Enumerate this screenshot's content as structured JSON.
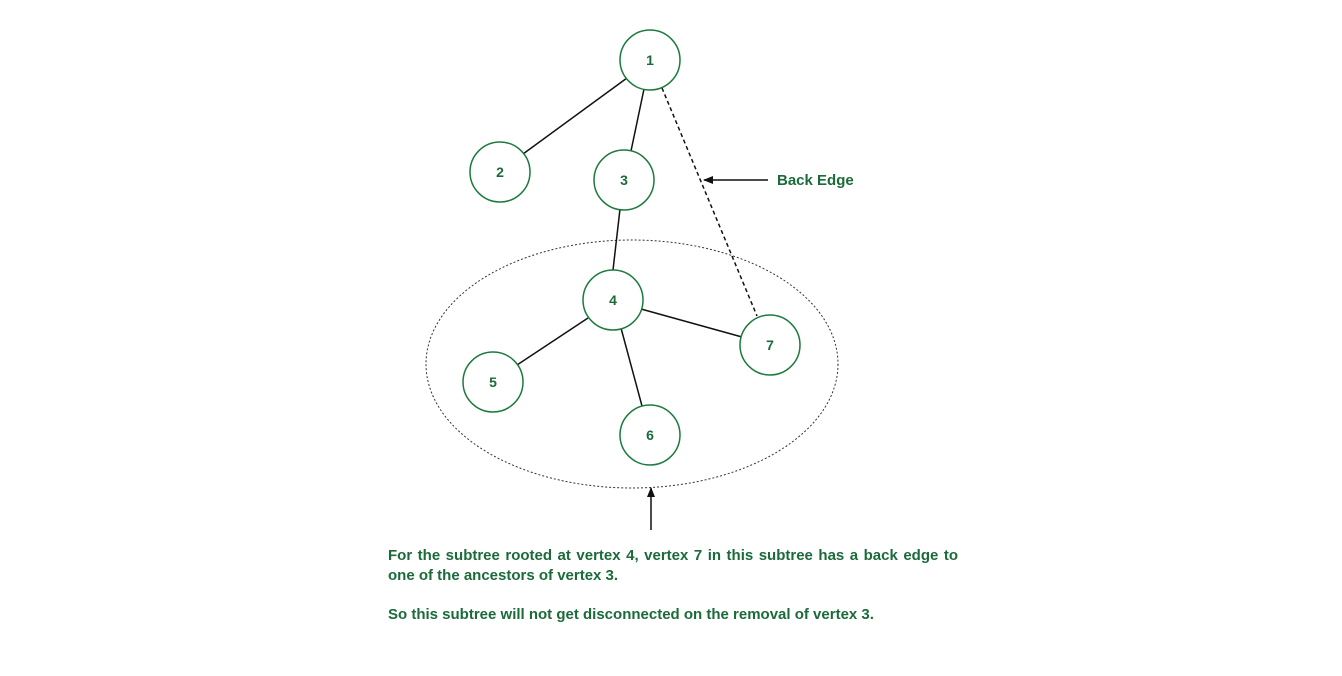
{
  "diagram": {
    "nodes": [
      {
        "id": "1",
        "label": "1"
      },
      {
        "id": "2",
        "label": "2"
      },
      {
        "id": "3",
        "label": "3"
      },
      {
        "id": "4",
        "label": "4"
      },
      {
        "id": "5",
        "label": "5"
      },
      {
        "id": "6",
        "label": "6"
      },
      {
        "id": "7",
        "label": "7"
      }
    ],
    "tree_edges": [
      [
        "1",
        "2"
      ],
      [
        "1",
        "3"
      ],
      [
        "3",
        "4"
      ],
      [
        "4",
        "5"
      ],
      [
        "4",
        "6"
      ],
      [
        "4",
        "7"
      ]
    ],
    "back_edges": [
      [
        "7",
        "1"
      ]
    ],
    "highlighted_subtree_root": "4",
    "colors": {
      "node_stroke": "#1b7a3e",
      "text": "#1b6b3a",
      "edge": "#111111"
    }
  },
  "labels": {
    "back_edge": "Back Edge"
  },
  "caption": {
    "line1": "For the subtree rooted at vertex 4, vertex 7 in this subtree has a back edge to one of the ancestors of vertex 3.",
    "line2": "So this subtree will not get disconnected on the removal of vertex 3."
  }
}
